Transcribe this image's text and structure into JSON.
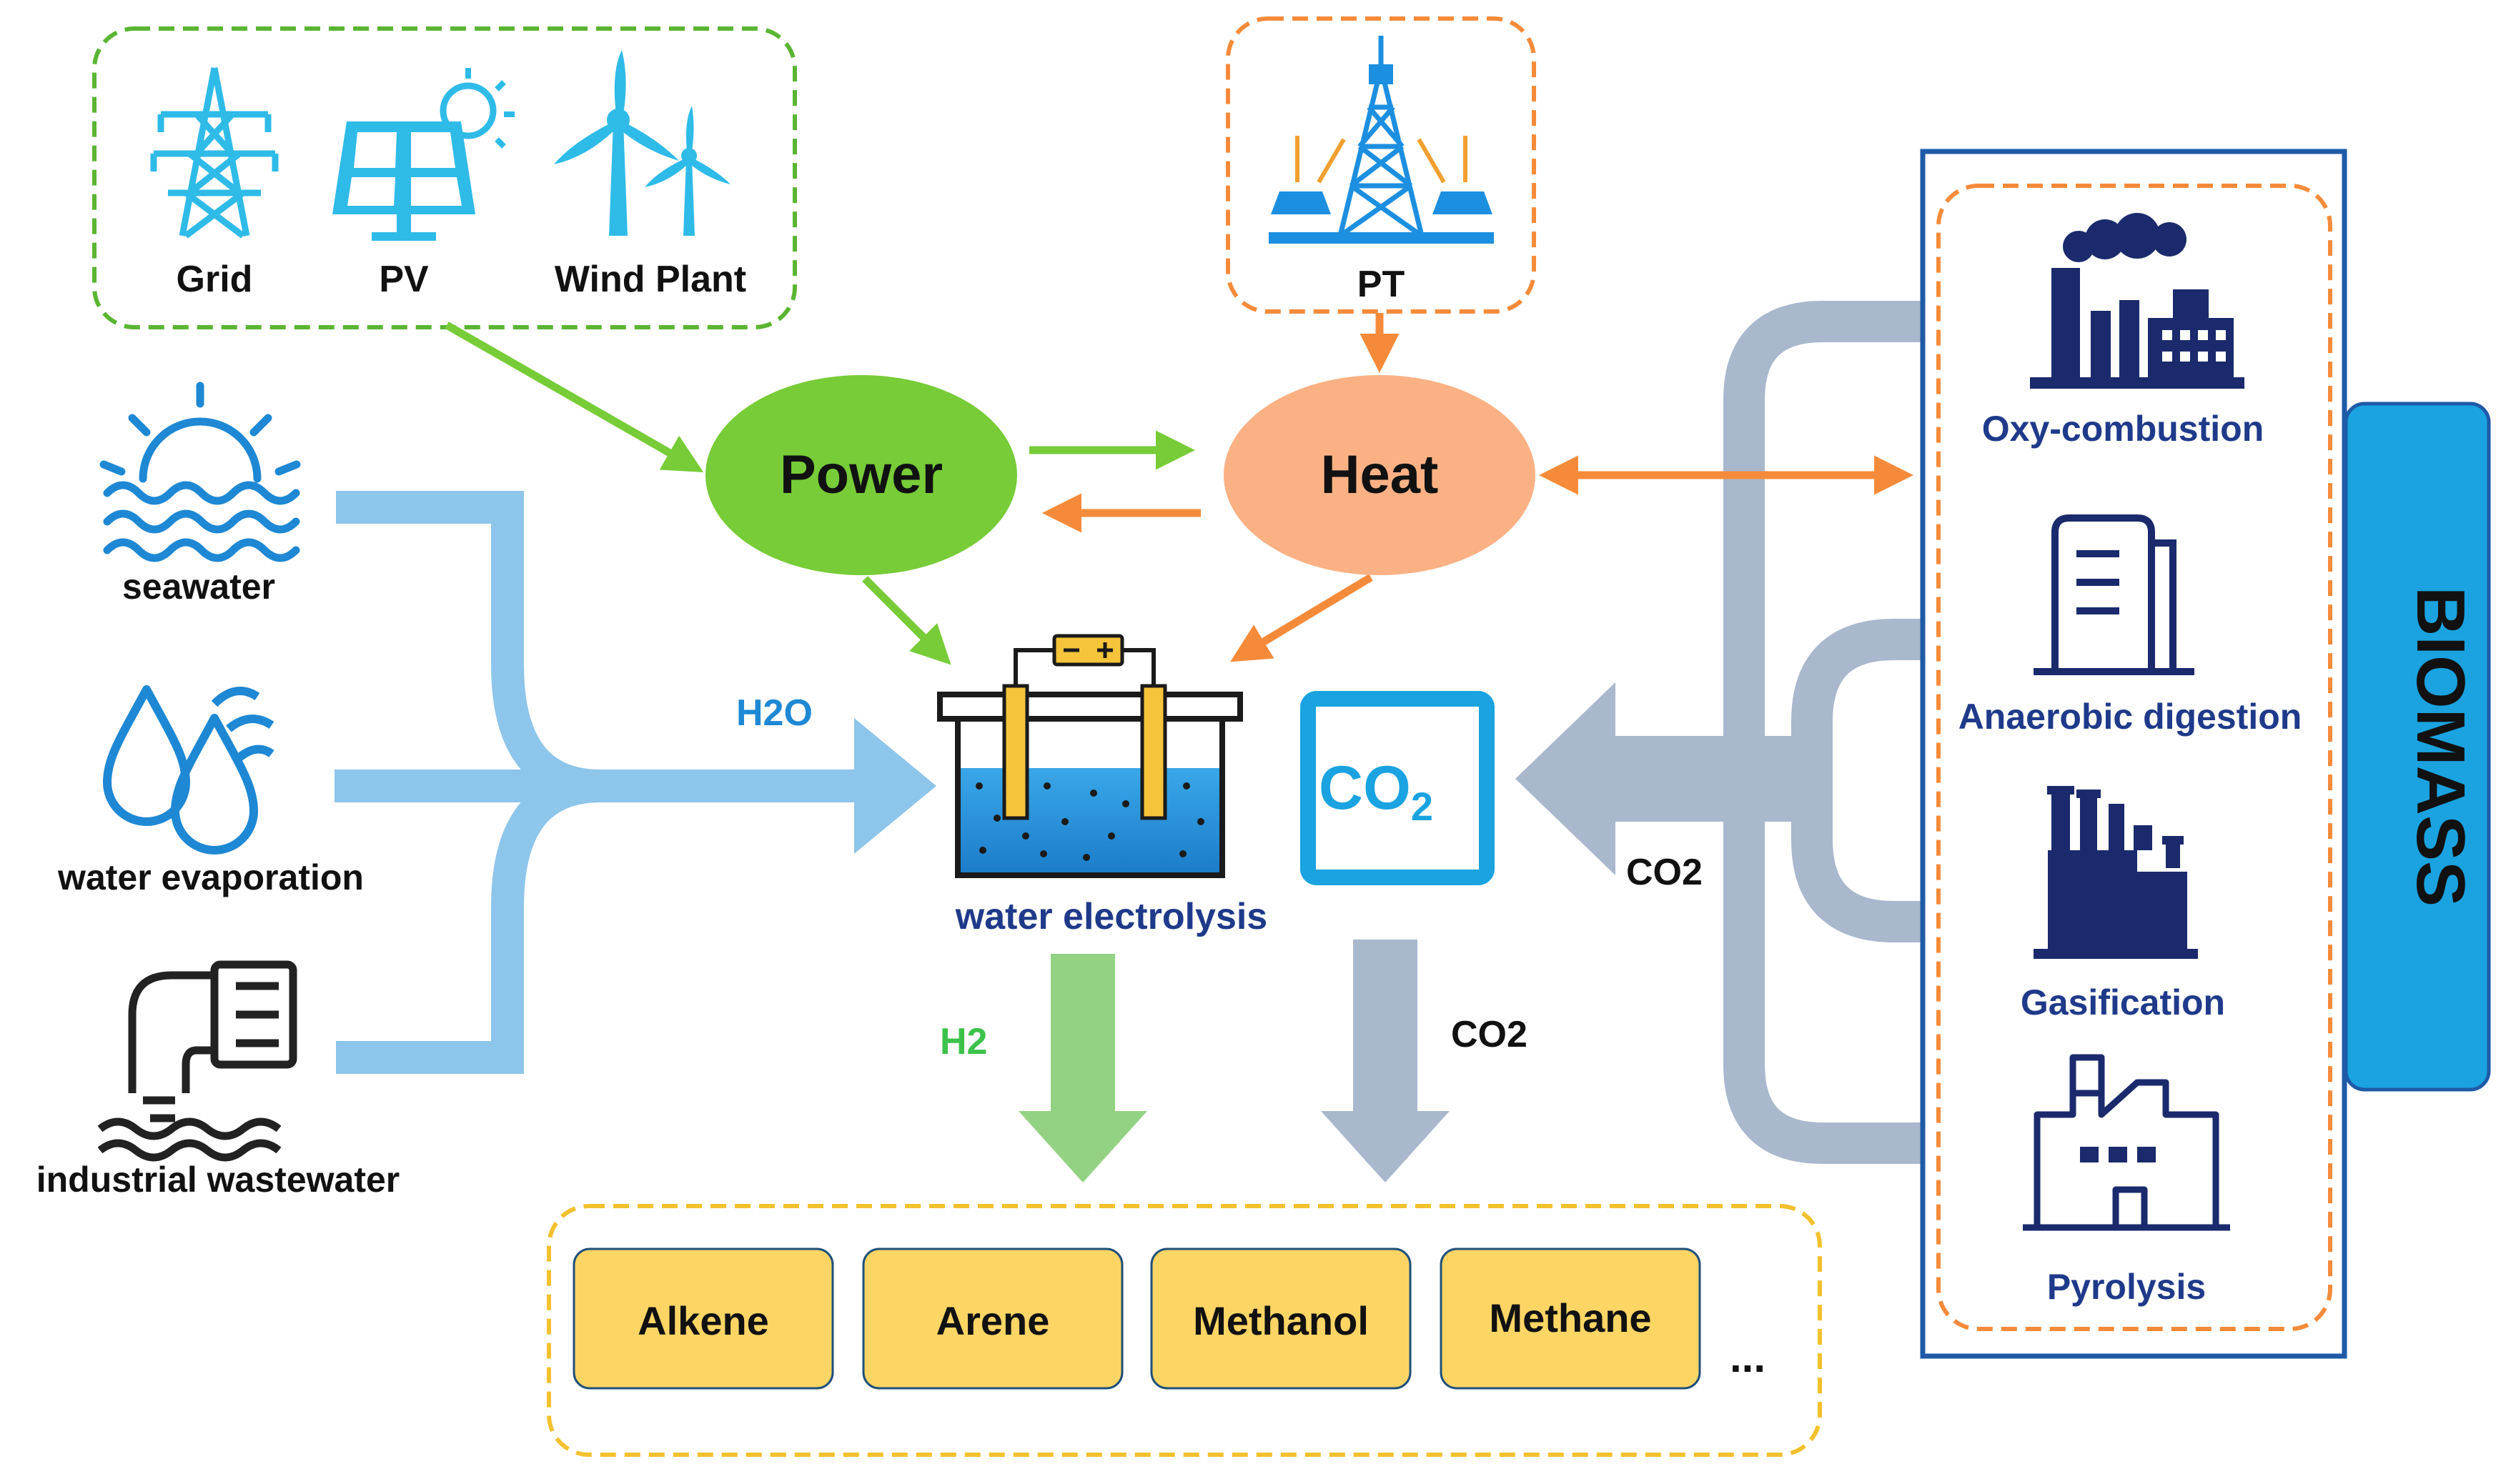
{
  "sources": {
    "grid": "Grid",
    "pv": "PV",
    "wind": "Wind Plant",
    "pt": "PT"
  },
  "water": {
    "seawater": "seawater",
    "evaporation": "water evaporation",
    "wastewater": "industrial wastewater"
  },
  "nodes": {
    "power": "Power",
    "heat": "Heat",
    "electrolysis": "water electrolysis",
    "co2_box": "CO",
    "co2_sub": "2"
  },
  "flows": {
    "h2o": "H2O",
    "h2": "H2",
    "co2_down": "CO2",
    "co2_side": "CO2"
  },
  "products": [
    "Alkene",
    "Arene",
    "Methanol",
    "Methane"
  ],
  "products_more": "...",
  "biomass": {
    "title": "BIOMASS",
    "processes": [
      "Oxy-combustion",
      "Anaerobic digestion",
      "Gasification",
      "Pyrolysis"
    ]
  },
  "colors": {
    "green_dash": "#5ab532",
    "orange_dash": "#f58b3a",
    "yellow_dash": "#f2c12e",
    "navy": "#1f3a8a",
    "icon_blue": "#1aa3e0",
    "power_green": "#77cc38",
    "heat_peach": "#fbb184",
    "water_blue": "#8ec5ea",
    "h2_green": "#93d283",
    "co2_gray": "#a9b8cd",
    "product_fill": "#fdd565"
  }
}
